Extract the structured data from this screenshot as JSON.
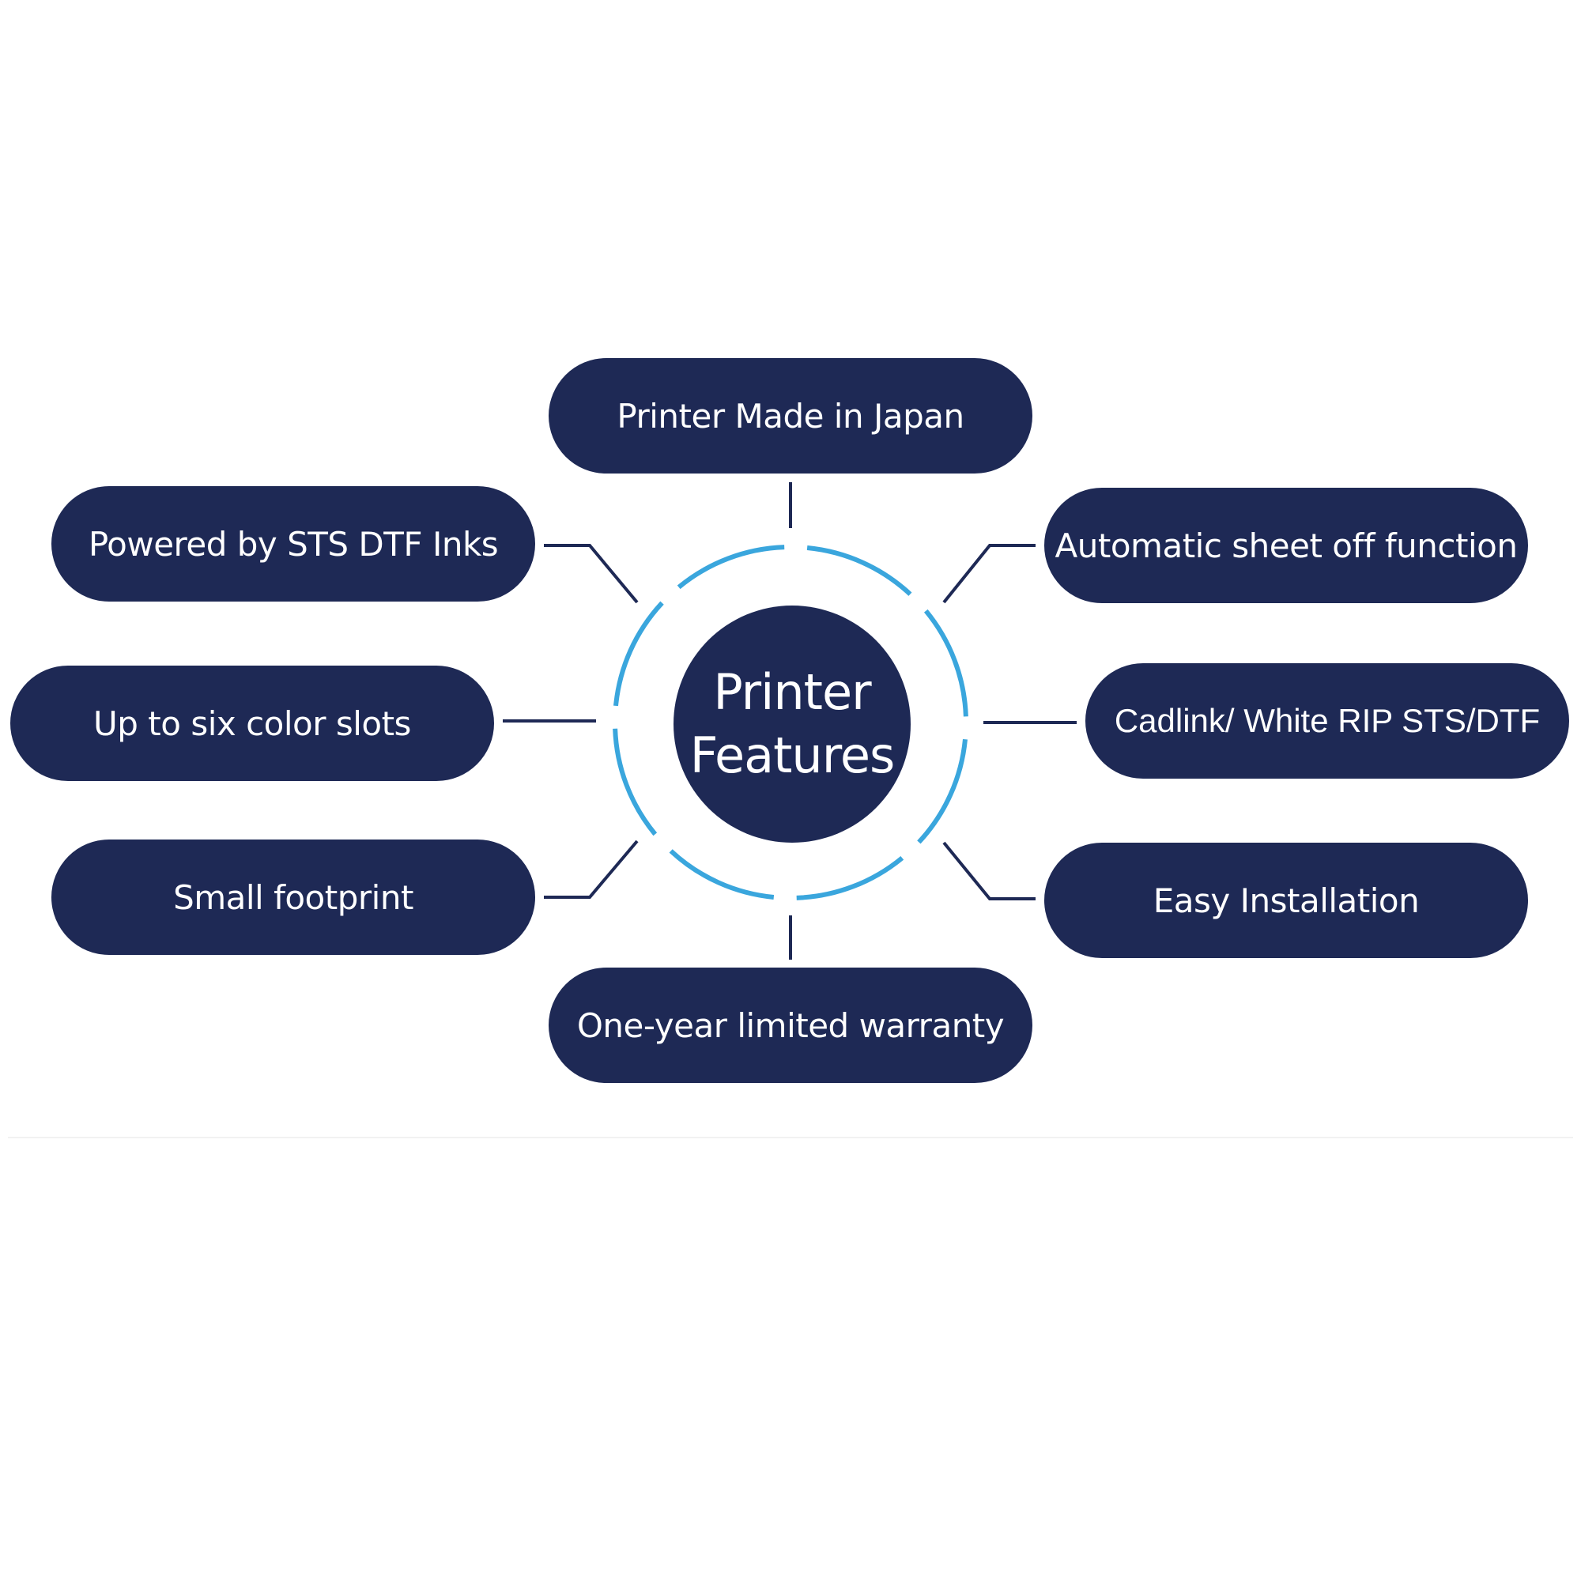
{
  "center": {
    "line1": "Printer",
    "line2": "Features"
  },
  "features": {
    "top": "Printer Made in Japan",
    "top_left": "Powered by STS DTF Inks",
    "top_right": "Automatic sheet off function",
    "mid_left": "Up to six color slots",
    "mid_right": "Cadlink/ White RIP STS/DTF",
    "bottom_left": "Small footprint",
    "bottom_right": "Easy Installation",
    "bottom": "One-year limited warranty"
  },
  "colors": {
    "node_fill": "#1e2955",
    "ring": "#3aa6dd",
    "connector": "#1e2955",
    "text": "#ffffff"
  }
}
